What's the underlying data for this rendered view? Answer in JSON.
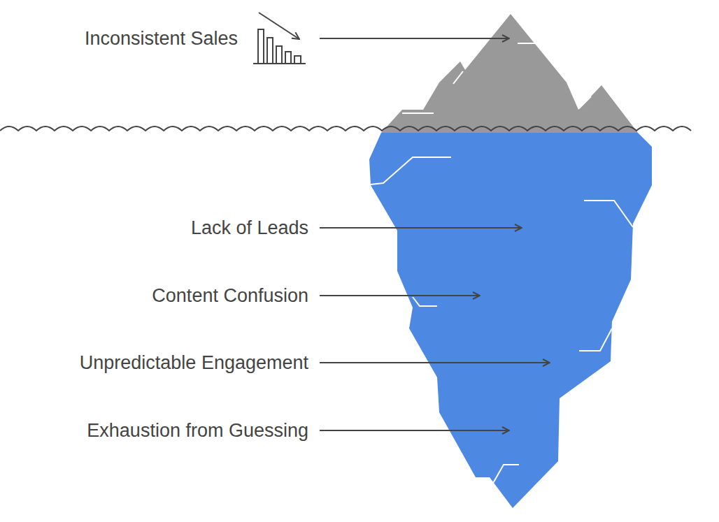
{
  "diagram": {
    "labels": [
      "Inconsistent Sales",
      "Lack of Leads",
      "Content Confusion",
      "Unpredictable Engagement",
      "Exhaustion from Guessing"
    ]
  }
}
